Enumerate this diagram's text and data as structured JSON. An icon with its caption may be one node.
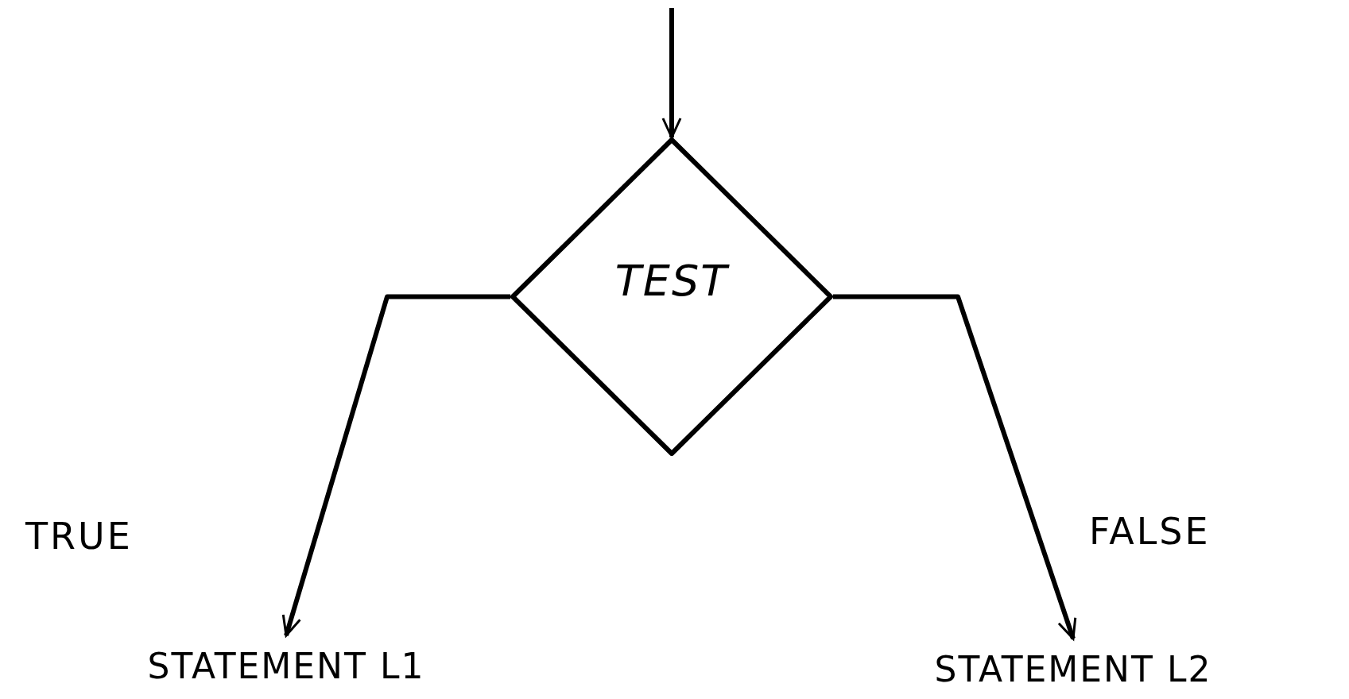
{
  "diagram": {
    "nodes": [
      {
        "text": [
          "TEST"
        ]
      },
      {
        "text": [
          "STATEMENT L1"
        ]
      },
      {
        "text": [
          "STATEMENT L2"
        ]
      }
    ],
    "edges": [
      {
        "from": null,
        "to": 0,
        "arrow": "to"
      },
      {
        "from": 0,
        "to": 1,
        "arrow": "to",
        "label": "TRUE"
      },
      {
        "from": 0,
        "to": 2,
        "arrow": "to",
        "label": "FALSE"
      }
    ]
  }
}
